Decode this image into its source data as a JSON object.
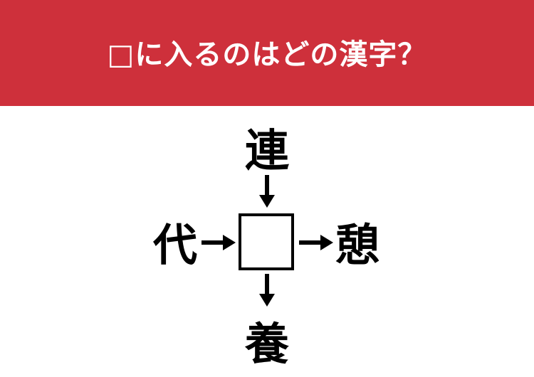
{
  "header": {
    "title": "□に入るのはどの漢字？",
    "background_color": "#ce303b",
    "text_color": "#ffffff"
  },
  "puzzle": {
    "top_kanji": "連",
    "left_kanji": "代",
    "right_kanji": "憩",
    "bottom_kanji": "養",
    "blank_box": "",
    "arrows": [
      "arrow-down-top",
      "arrow-right-left",
      "arrow-right-out",
      "arrow-down-bottom"
    ]
  }
}
